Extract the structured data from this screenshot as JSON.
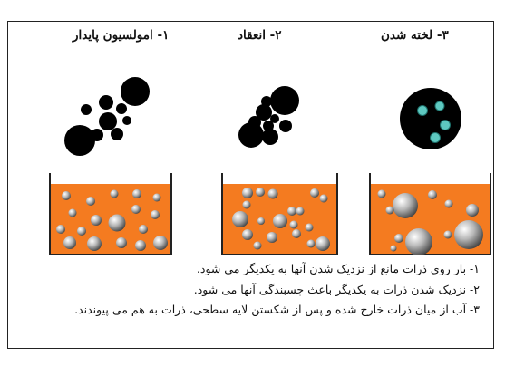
{
  "stages": [
    {
      "label": "۱- امولسیون پایدار"
    },
    {
      "label": "۲- انعقاد"
    },
    {
      "label": "۳- لخته شدن"
    }
  ],
  "notes": [
    "۱- بار روی ذرات مانع از نزدیک شدن آنها به یکدیگر می شود.",
    "۲- نزدیک شدن ذرات به یکدیگر باعث چسبندگی آنها می شود.",
    "۳- آب از میان ذرات خارج شده و پس از شکستن لایه سطحی، ذرات به هم می پیوندند."
  ],
  "colors": {
    "liquid": "#f47b20",
    "particle": "#000000",
    "inclusion": "#5ec8c0",
    "border": "#222222"
  }
}
